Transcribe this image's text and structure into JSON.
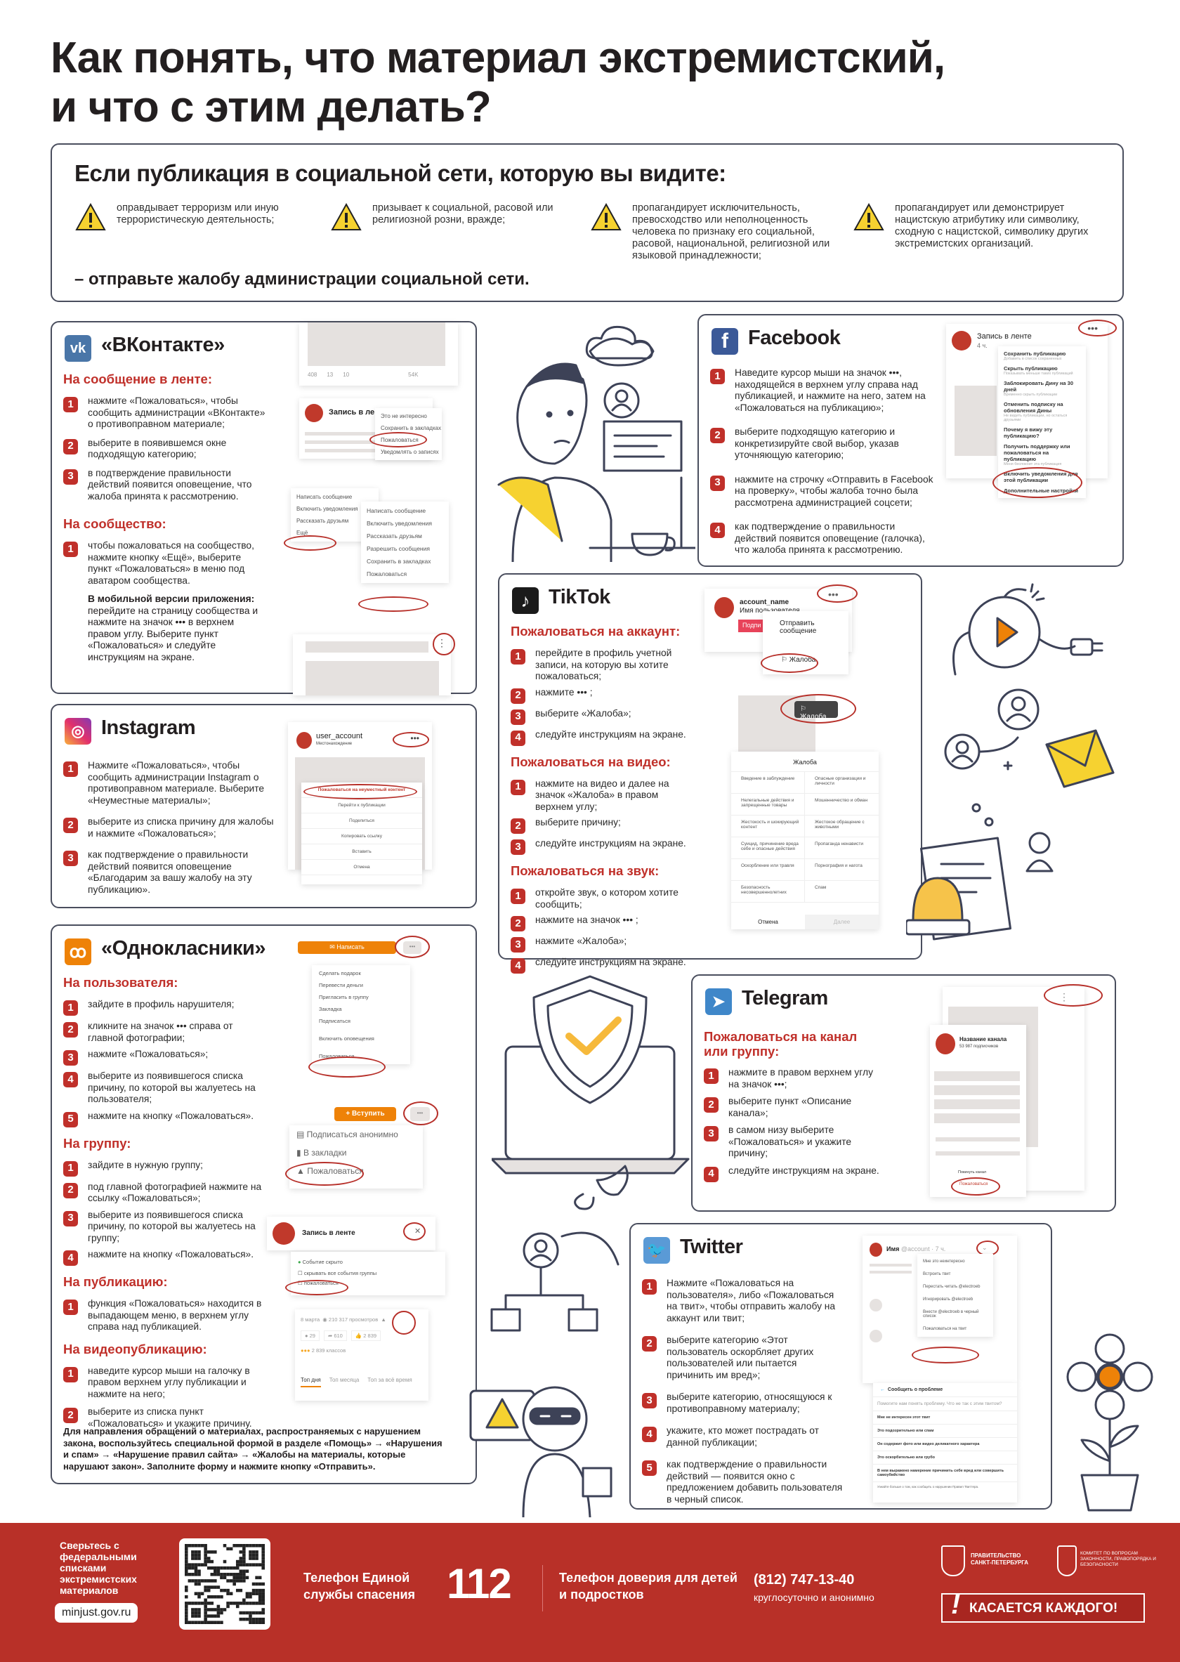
{
  "title": [
    "Как понять, что материал экстремистский,",
    "и что с этим делать?"
  ],
  "criteria": {
    "heading": "Если публикация в социальной сети, которую вы видите:",
    "items": [
      "оправдывает терроризм или иную террористическую деятельность;",
      "призывает к социальной, расовой или религиозной розни, вражде;",
      "пропагандирует исключительность, превосходство или неполноценность человека по признаку его социальной, расовой, национальной, религиозной или языковой принадлежности;",
      "пропагандирует или демонстрирует нацистскую атрибутику или символику, сходную с нацистской, символику других экстремистских организаций."
    ],
    "conclusion": "– отправьте жалобу администрации социальной сети."
  },
  "vk": {
    "logo": "vk",
    "title": "«ВКонтакте»",
    "sections": [
      {
        "heading": "На сообщение в ленте:",
        "steps": [
          "нажмите «Пожаловаться», чтобы сообщить администрации «ВКонтакте» о противоправном материале;",
          "выберите в появившемся окне подходящую категорию;",
          "в подтверждение правильности действий появится оповещение, что жалоба принята к рассмотрению."
        ]
      },
      {
        "heading": "На сообщество:",
        "steps": [
          "чтобы пожаловаться на сообщество, нажмите кнопку «Ещё», выберите пункт «Пожаловаться» в меню под аватаром сообщества."
        ]
      }
    ],
    "mobile_title": "В мобильной версии приложения:",
    "mobile_text": "перейдите на страницу сообщества и нажмите на значок ••• в верхнем правом углу. Выберите пункт «Пожаловаться» и следуйте инструкциям на экране.",
    "mock": {
      "stats": [
        "408",
        "13",
        "10",
        "54K"
      ],
      "post_title": "Запись в ле",
      "post_menu": [
        "Это не интересно",
        "Сохранить в закладках",
        "Пожаловаться",
        "Уведомлять о записях"
      ],
      "menu_left": [
        "Написать сообщение",
        "Включить уведомления",
        "Рассказать друзьям",
        "Ещё"
      ],
      "menu_right": [
        "Написать сообщение",
        "Включить уведомления",
        "Рассказать друзьям",
        "Разрешить сообщения",
        "Сохранить в закладках",
        "Пожаловаться"
      ]
    }
  },
  "facebook": {
    "logo": "f",
    "title": "Facebook",
    "steps": [
      "Наведите курсор мыши на значок •••, находящейся в верхнем углу справа над публикацией, и нажмите на него, затем на «Пожаловаться на публикацию»;",
      "выберите подходящую категорию и конкретизируйте свой выбор, указав уточняющую категорию;",
      "нажмите на строчку «Отправить в Facebook на проверку», чтобы жалоба точно была рассмотрена администрацией соцсети;",
      "как подтверждение о правильности действий появится оповещение (галочка), что жалоба принята к рассмотрению."
    ],
    "mock": {
      "post_title": "Запись в ленте",
      "time": "4 ч.",
      "menu": [
        {
          "t": "Сохранить публикацию",
          "s": "Добавить в список сохраненных"
        },
        {
          "t": "Скрыть публикацию",
          "s": "Показывать меньше таких публикаций"
        },
        {
          "t": "Заблокировать Дину на 30 дней",
          "s": "Временно скрыть публикации"
        },
        {
          "t": "Отменить подписку на обновления Дины",
          "s": "Не видеть публикации, но остаться друзьями"
        },
        {
          "t": "Почему я вижу эту публикацию?",
          "s": ""
        },
        {
          "t": "Получить поддержку или пожаловаться на публикацию",
          "s": "Меня беспокоит эта публикация"
        },
        {
          "t": "Включить уведомления для этой публикации",
          "s": ""
        },
        {
          "t": "Дополнительные настройки",
          "s": ""
        }
      ]
    }
  },
  "tiktok": {
    "logo": "♪",
    "title": "TikTok",
    "sections": [
      {
        "heading": "Пожаловаться на аккаунт:",
        "steps": [
          "перейдите в профиль учетной записи, на которую вы хотите пожаловаться;",
          "нажмите ••• ;",
          "выберите «Жалоба»;",
          "следуйте инструкциям на экране."
        ]
      },
      {
        "heading": "Пожаловаться на видео:",
        "steps": [
          "нажмите на видео и далее на значок «Жалоба» в правом верхнем углу;",
          "выберите причину;",
          "следуйте инструкциям на экране."
        ]
      },
      {
        "heading": "Пожаловаться на звук:",
        "steps": [
          "откройте звук, о котором хотите сообщить;",
          "нажмите на значок ••• ;",
          "нажмите «Жалоба»;",
          "следуйте инструкциям на экране."
        ]
      }
    ],
    "mock": {
      "account": "account_name",
      "user": "Имя пользователя",
      "subscribe": "Подпи",
      "send": "Отправить сообщение",
      "report": "Жалоба",
      "dialog_title": "Жалоба",
      "reasons": [
        "Введение в заблуждение",
        "Опасные организации и личности",
        "Нелегальные действия и запрещенные товары",
        "Мошенничество и обман",
        "Жестокость и шокирующий контент",
        "Жестокое обращение с животными",
        "Суицид, причинение вреда себе и опасные действия",
        "Пропаганда ненависти",
        "Оскорбление или травля",
        "Порнография и нагота",
        "Безопасность несовершеннолетних",
        "Спам"
      ],
      "cancel": "Отмена",
      "next": "Далее"
    }
  },
  "instagram": {
    "title": "Instagram",
    "steps": [
      "Нажмите «Пожаловаться», чтобы сообщить администрации Instagram о противоправном материале. Выберите «Неуместные материалы»;",
      "выберите из списка причину для жалобы и нажмите «Пожаловаться»;",
      "как подтверждение о правильности действий появится оповещение «Благодарим за вашу жалобу на эту публикацию»."
    ],
    "mock": {
      "account": "user_account",
      "location": "Местонахождение",
      "menu": [
        "Пожаловаться на неуместный контент",
        "Перейти к публикации",
        "Поделиться",
        "Копировать ссылку",
        "Вставить",
        "Отмена"
      ]
    }
  },
  "ok": {
    "title": "«Однокласники»",
    "sections": [
      {
        "heading": "На пользователя:",
        "steps": [
          "зайдите в профиль нарушителя;",
          "кликните на значок ••• справа от главной фотографии;",
          "нажмите «Пожаловаться»;",
          "выберите из появившегося списка причину, по которой вы жалуетесь на пользователя;",
          "нажмите на кнопку «Пожаловаться»."
        ]
      },
      {
        "heading": "На группу:",
        "steps": [
          "зайдите в нужную группу;",
          "под главной фотографией нажмите на ссылку «Пожаловаться»;",
          "выберите из появившегося списка причину, по которой вы жалуетесь на группу;",
          "нажмите на кнопку «Пожаловаться»."
        ]
      },
      {
        "heading": "На публикацию:",
        "steps": [
          "функция «Пожаловаться» находится в выпадающем меню, в верхнем углу справа над публикацией."
        ]
      },
      {
        "heading": "На видеопубликацию:",
        "steps": [
          "наведите курсор мыши на галочку в правом верхнем углу публикации и нажмите на него;",
          "выберите из списка пункт «Пожаловаться» и укажите причину."
        ]
      }
    ],
    "footer_note": "Для направления обращений о материалах, распространяемых с нарушением закона, воспользуйтесь специальной формой в разделе «Помощь» → «Нарушения и спам» → «Нарушение правил сайта» → «Жалобы на материалы, которые нарушают закон». Заполните форму и нажмите кнопку «Отправить».",
    "mock": {
      "write": "Написать",
      "user_menu": [
        "Сделать подарок",
        "Перевести деньги",
        "Пригласить в группу",
        "Закладка",
        "Подписаться",
        "Включить оповещения",
        "Пожаловаться"
      ],
      "join": "+ Вступить",
      "group_menu": [
        "Подписаться анонимно",
        "В закладки",
        "Пожаловаться"
      ],
      "post_title": "Запись в ленте",
      "hidden": "Событие скрыто",
      "hide_all": "скрывать все события группы",
      "report": "пожаловаться",
      "date": "8 марта",
      "views": "210 317 просмотров",
      "comments": "29",
      "shares": "610",
      "likes": "2 839",
      "classes": "2 839 классов",
      "tabs": [
        "Топ дня",
        "Топ месяца",
        "Топ за всё время"
      ]
    }
  },
  "telegram": {
    "title": "Telegram",
    "heading": "Пожаловаться на канал или группу:",
    "steps": [
      "нажмите в правом верхнем углу на значок •••;",
      "выберите пункт «Описание канала»;",
      "в самом низу выберите «Пожаловаться» и укажите причину;",
      "следуйте инструкциям на экране."
    ],
    "mock": {
      "channel": "Название канала",
      "subs": "53 987 подписчиков",
      "leave": "Покинуть канал",
      "report": "Пожаловаться"
    }
  },
  "twitter": {
    "title": "Twitter",
    "steps": [
      "Нажмите «Пожаловаться на пользователя», либо «Пожаловаться на твит», чтобы отправить жалобу на аккаунт или твит;",
      "выберите категорию «Этот пользователь оскорбляет других пользователей или пытается причинить им вред»;",
      "выберите категорию, относящуюся к противоправному материалу;",
      "укажите, кто может пострадать от данной публикации;",
      "как подтверждение о правильности действий — появится окно с предложением добавить пользователя в черный список."
    ],
    "mock": {
      "name": "Имя",
      "handle": "@account · 7 ч.",
      "menu": [
        "Мне это неинтересно",
        "Встроить твит",
        "Перестать читать @electroeb",
        "Игнорировать @electroeb",
        "Внести @electroeb в черный список",
        "Пожаловаться на твит"
      ],
      "dialog_title": "Сообщить о проблеме",
      "question": "Помогите нам понять проблему. Что не так с этим твитом?",
      "options": [
        "Мне не интересен этот твит",
        "Это подозрительно или спам",
        "Он содержит фото или видео деликатного характера",
        "Это оскорбительно или грубо",
        "В нем выражено намерение причинить себе вред или совершить самоубийство"
      ],
      "learn": "Узнайте больше о том, как сообщить о нарушении Правил Твиттера."
    }
  },
  "footer": {
    "check": "Сверьтесь с федеральными списками экстремистских материалов",
    "site": "minjust.gov.ru",
    "emergency_label": "Телефон Единой службы спасения",
    "emergency_number": "112",
    "trust_label": "Телефон доверия для детей и подростков",
    "trust_number": "(812) 747-13-40",
    "trust_note": "круглосуточно и анонимно",
    "gov": "ПРАВИТЕЛЬСТВО САНКТ-ПЕТЕРБУРГА",
    "committee": "КОМИТЕТ ПО ВОПРОСАМ ЗАКОННОСТИ, ПРАВОПОРЯДКА И БЕЗОПАСНОСТИ",
    "slogan": "КАСАЕТСЯ КАЖДОГО!"
  },
  "colors": {
    "accent": "#c0302a",
    "footer": "#b83028",
    "vk": "#4a76a8",
    "facebook": "#3b5998",
    "ok": "#ee8208",
    "telegram": "#3f87c9",
    "twitter": "#5a9ad6",
    "warning": "#f6d230"
  }
}
